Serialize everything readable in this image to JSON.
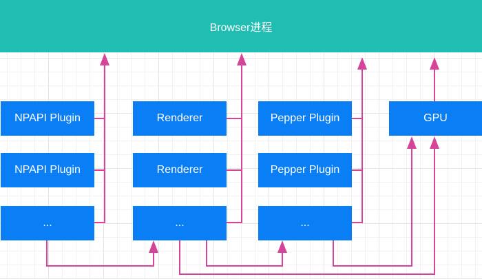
{
  "browser": {
    "label": "Browser进程"
  },
  "columns": [
    {
      "items": [
        "NPAPI Plugin",
        "NPAPI Plugin",
        "..."
      ]
    },
    {
      "items": [
        "Renderer",
        "Renderer",
        "..."
      ]
    },
    {
      "items": [
        "Pepper Plugin",
        "Pepper Plugin",
        "..."
      ]
    }
  ],
  "gpu": {
    "label": "GPU"
  },
  "colors": {
    "browser_fill": "#1fbdb2",
    "process_fill": "#0a7ef5",
    "connector": "#d6449a",
    "text": "#ffffff"
  }
}
